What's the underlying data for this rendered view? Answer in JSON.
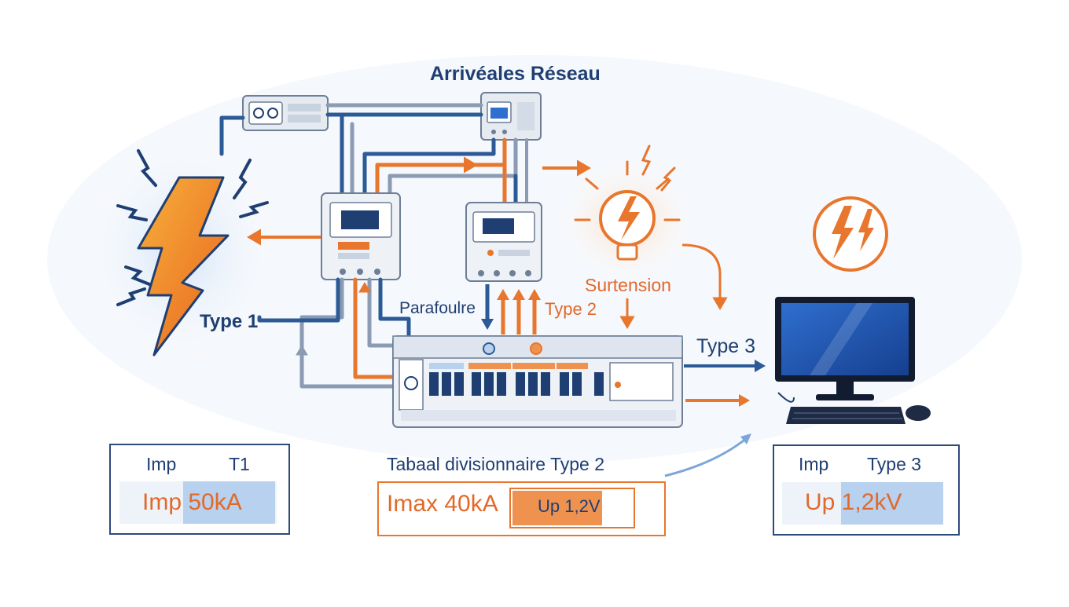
{
  "title": "Arrivéales Réseau",
  "labels": {
    "type1": "Type 1",
    "parafoudre": "Parafoulre",
    "type2": "Type 2",
    "surtension": "Surtension",
    "type3": "Type 3",
    "tableau": "Tabaal divisionnaire Type 2"
  },
  "box_type1": {
    "header_left": "Imp",
    "header_right": "T1",
    "value": "Imp 50kA"
  },
  "box_type2": {
    "value": "Imax 40kA",
    "up": "Up 1,2V"
  },
  "box_type3": {
    "header_left": "Imp",
    "header_right": "Type 3",
    "value": "Up 1,2kV"
  },
  "colors": {
    "navy": "#1f3f73",
    "orange": "#e8762c",
    "light_blue": "#b7d1ee",
    "steel": "#8a9bb3"
  },
  "icons": [
    "lightning-icon",
    "surge-bulb-icon",
    "surge-warning-icon",
    "computer-monitor-icon",
    "keyboard-icon",
    "mouse-icon"
  ]
}
